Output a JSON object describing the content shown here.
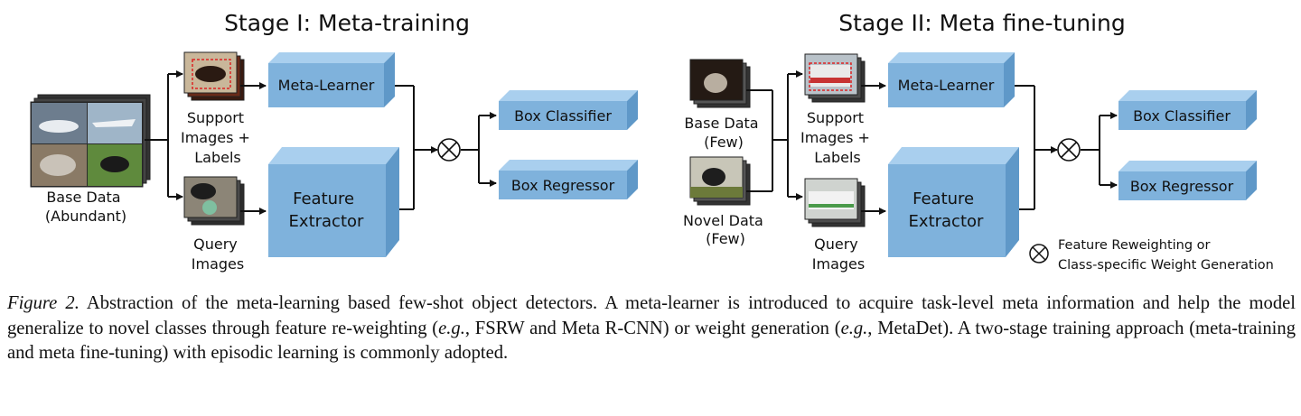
{
  "stage1": {
    "title": "Stage I: Meta-training",
    "base_data": [
      "Base Data",
      "(Abundant)"
    ],
    "support": [
      "Support",
      "Images +",
      "Labels"
    ],
    "query": [
      "Query",
      "Images"
    ],
    "meta_learner": "Meta-Learner",
    "feature_extractor": [
      "Feature",
      "Extractor"
    ],
    "box_classifier": "Box Classifier",
    "box_regressor": "Box Regressor"
  },
  "stage2": {
    "title": "Stage II: Meta fine-tuning",
    "base_data": [
      "Base Data",
      "(Few)"
    ],
    "novel_data": [
      "Novel Data",
      "(Few)"
    ],
    "support": [
      "Support",
      "Images +",
      "Labels"
    ],
    "query": [
      "Query",
      "Images"
    ],
    "meta_learner": "Meta-Learner",
    "feature_extractor": [
      "Feature",
      "Extractor"
    ],
    "box_classifier": "Box Classifier",
    "box_regressor": "Box Regressor"
  },
  "legend": [
    "Feature Reweighting or",
    "Class-specific Weight Generation"
  ],
  "caption": {
    "label": "Figure 2.",
    "s1": " Abstraction of the meta-learning based few-shot object detectors.  A meta-learner is introduced to acquire task-level meta information and help the model generalize to novel classes through feature re-weighting (",
    "eg1": "e.g.",
    "s2": ", FSRW and Meta R-CNN) or weight generation (",
    "eg2": "e.g.",
    "s3": ", MetaDet). A two-stage training approach (meta-training and meta fine-tuning) with episodic learning is commonly adopted."
  },
  "colors": {
    "box_front": "#7fb2dc",
    "box_top": "#a9cfee",
    "box_side": "#5f98c8",
    "line": "#111111"
  }
}
